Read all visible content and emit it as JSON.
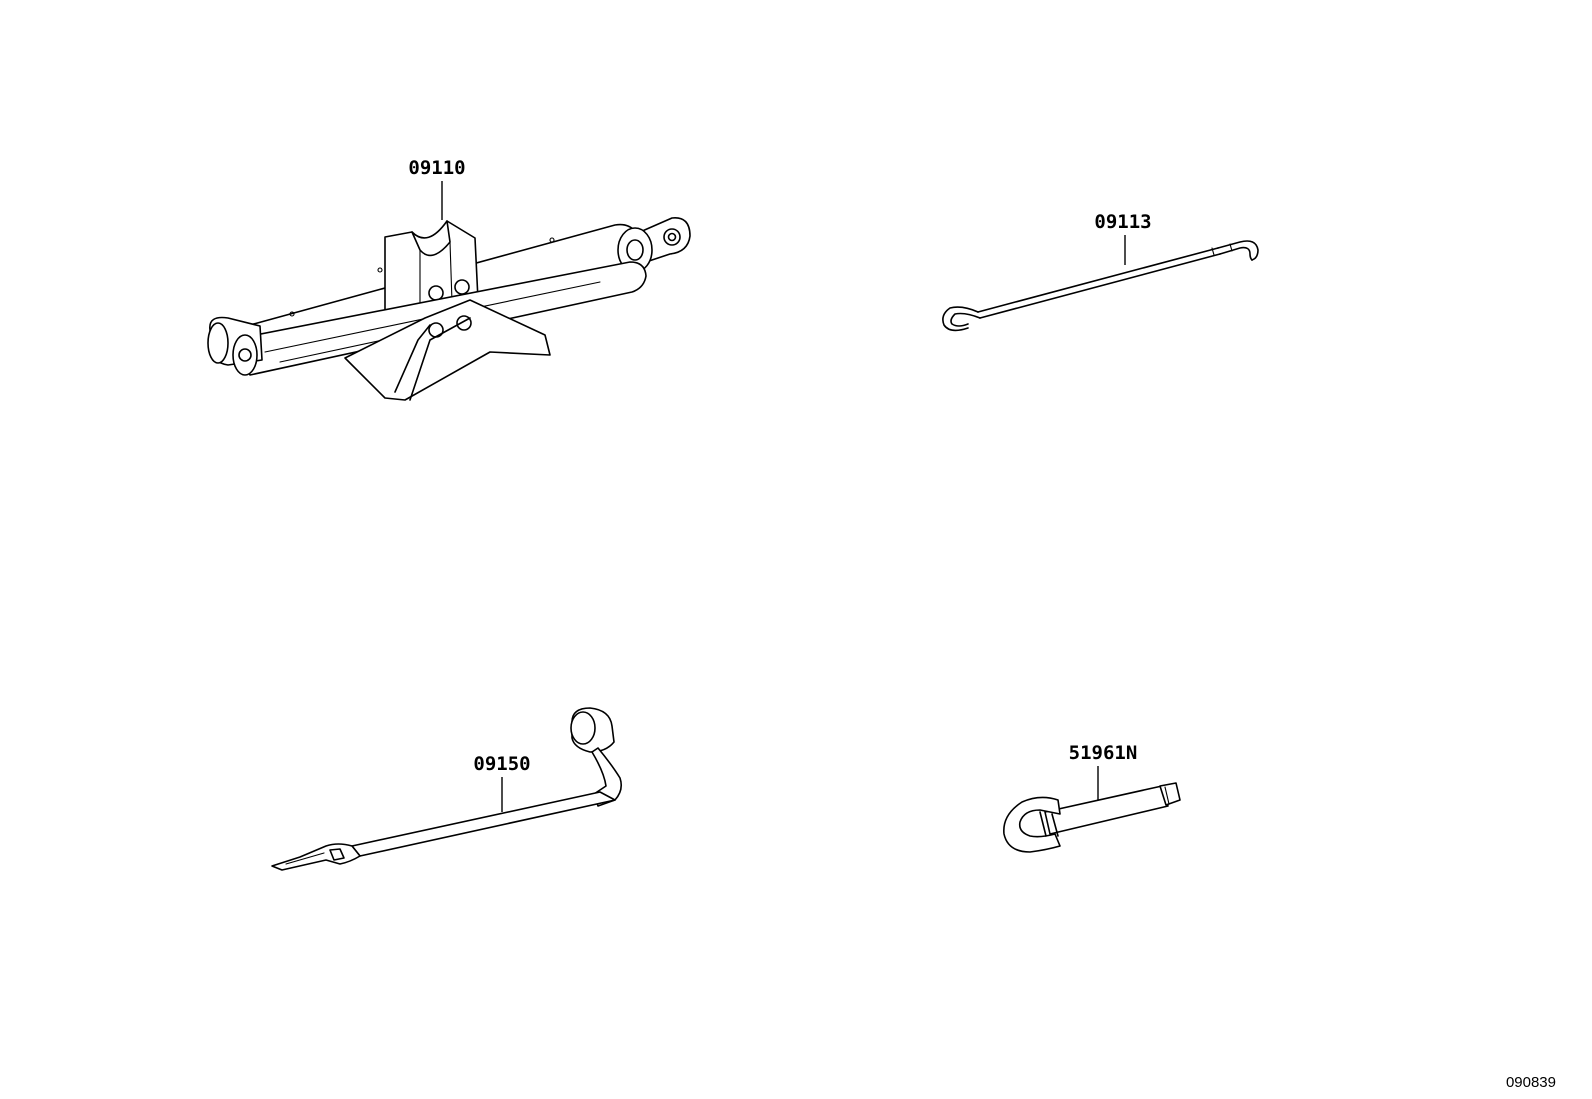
{
  "parts": [
    {
      "id": "jack",
      "label": "09110",
      "icon": "scissor-jack-icon"
    },
    {
      "id": "jack-handle",
      "label": "09113",
      "icon": "jack-handle-rod-icon"
    },
    {
      "id": "wheel-wrench",
      "label": "09150",
      "icon": "lug-wrench-icon"
    },
    {
      "id": "tow-hook",
      "label": "51961N",
      "icon": "tow-eye-hook-icon"
    }
  ],
  "figure_ref": "090839"
}
